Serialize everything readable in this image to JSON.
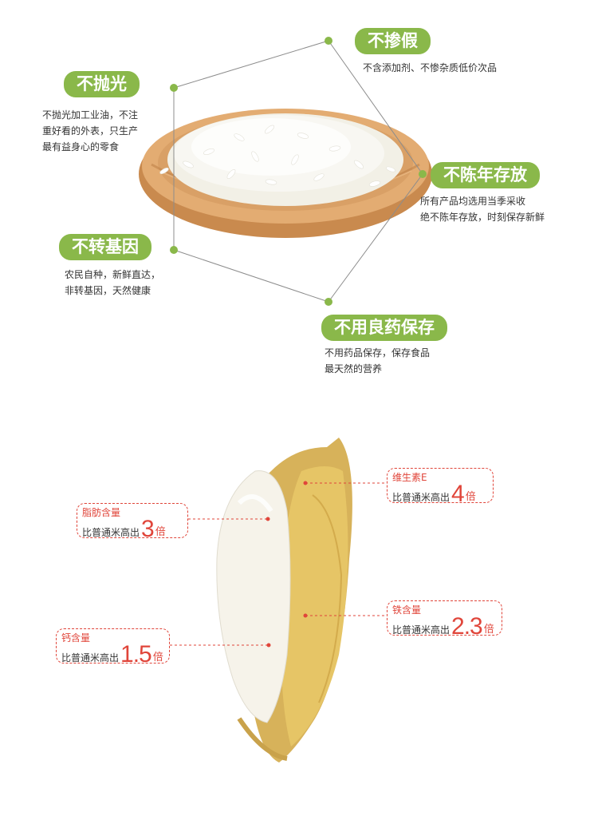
{
  "features": [
    {
      "tag": "不掺假",
      "lines": [
        "不含添加剂、不惨杂质低价次品"
      ]
    },
    {
      "tag": "不抛光",
      "lines": [
        "不抛光加工业油，不注",
        "重好看的外表，只生产",
        "最有益身心的零食"
      ]
    },
    {
      "tag": "不陈年存放",
      "lines": [
        "所有产品均选用当季采收",
        "绝不陈年存放，时刻保存新鲜"
      ]
    },
    {
      "tag": "不转基因",
      "lines": [
        "农民自种，新鲜直达，",
        "非转基因，天然健康"
      ]
    },
    {
      "tag": "不用良药保存",
      "lines": [
        "不用药品保存，保存食品",
        "最天然的营养"
      ]
    }
  ],
  "nutrients": [
    {
      "title": "维生素E",
      "base": "比普通米高出",
      "value": "4",
      "unit": "倍"
    },
    {
      "title": "脂肪含量",
      "base": "比普通米高出",
      "value": "3",
      "unit": "倍"
    },
    {
      "title": "铁含量",
      "base": "比普通米高出",
      "value": "2.3",
      "unit": "倍"
    },
    {
      "title": "钙含量",
      "base": "比普通米高出",
      "value": "1.5",
      "unit": "倍"
    }
  ],
  "colors": {
    "tag_green": "#8ab84a",
    "accent_red": "#e0453a",
    "bowl_wood": "#d9a066",
    "rice_white": "#f7f6f0",
    "germ_yellow": "#e6c566"
  }
}
